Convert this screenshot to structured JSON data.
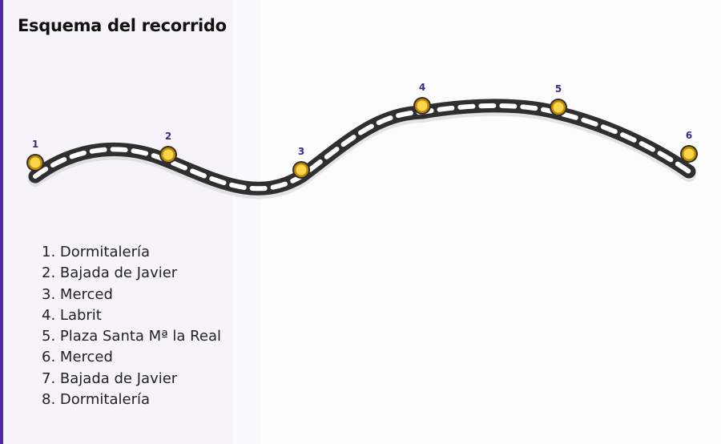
{
  "title": "Esquema del recorrido",
  "colors": {
    "accent": "#4b2aa3",
    "road": "#2f2f2f",
    "road_dash": "#ffffff",
    "stop_fill": "#fbd54b",
    "stop_ring": "#c28a00",
    "stop_number": "#3b2a8c"
  },
  "route_markers": [
    "1",
    "2",
    "3",
    "4",
    "5",
    "6"
  ],
  "stops": [
    {
      "number": "1.",
      "name": "Dormitalería"
    },
    {
      "number": "2.",
      "name": "Bajada de Javier"
    },
    {
      "number": "3.",
      "name": "Merced"
    },
    {
      "number": "4.",
      "name": "Labrit"
    },
    {
      "number": "5.",
      "name": "Plaza Santa Mª la Real"
    },
    {
      "number": "6.",
      "name": "Merced"
    },
    {
      "number": "7.",
      "name": "Bajada de Javier"
    },
    {
      "number": "8.",
      "name": "Dormitalería"
    }
  ]
}
